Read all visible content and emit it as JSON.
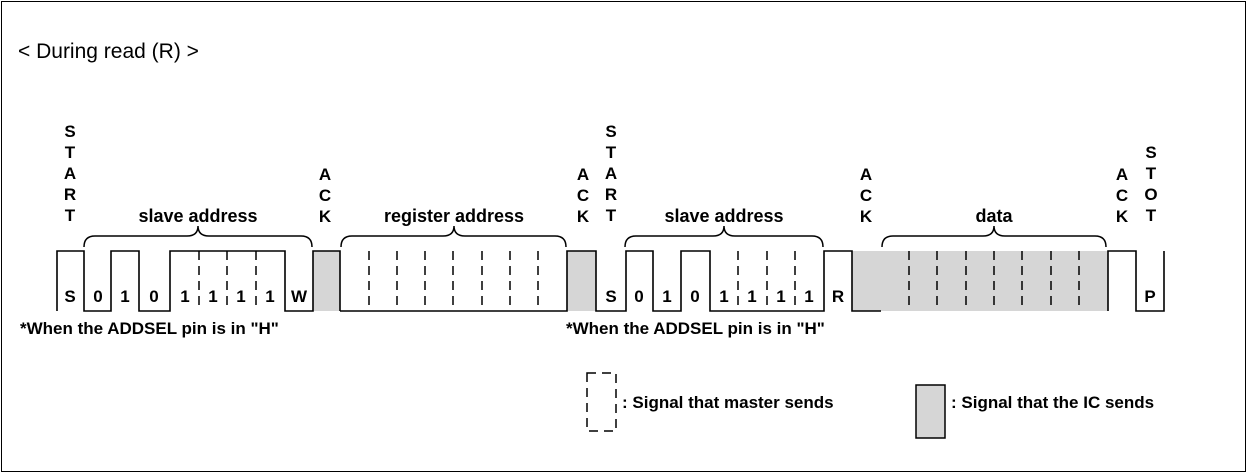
{
  "title": "< During read (R) >",
  "colors": {
    "ic_fill": "#d6d6d6",
    "line": "#000000",
    "background": "#ffffff"
  },
  "labels": {
    "start1": "START",
    "ack1": "ACK",
    "ack2": "ACK",
    "start2": "START",
    "ack3": "ACK",
    "ack4": "ACK",
    "stop": "STOT"
  },
  "braces": {
    "slave1": "slave address",
    "register": "register address",
    "slave2": "slave address",
    "data": "data"
  },
  "bits": {
    "s1": "S",
    "addr1": [
      "0",
      "1",
      "0",
      "1",
      "1",
      "1",
      "1"
    ],
    "w": "W",
    "s2": "S",
    "addr2": [
      "0",
      "1",
      "0",
      "1",
      "1",
      "1",
      "1"
    ],
    "r": "R",
    "p": "P"
  },
  "notes": {
    "note1": "*When the ADDSEL pin is in \"H\"",
    "note2": "*When the ADDSEL pin is in \"H\""
  },
  "legend": {
    "master": ": Signal that master sends",
    "ic": ": Signal that the IC sends"
  }
}
